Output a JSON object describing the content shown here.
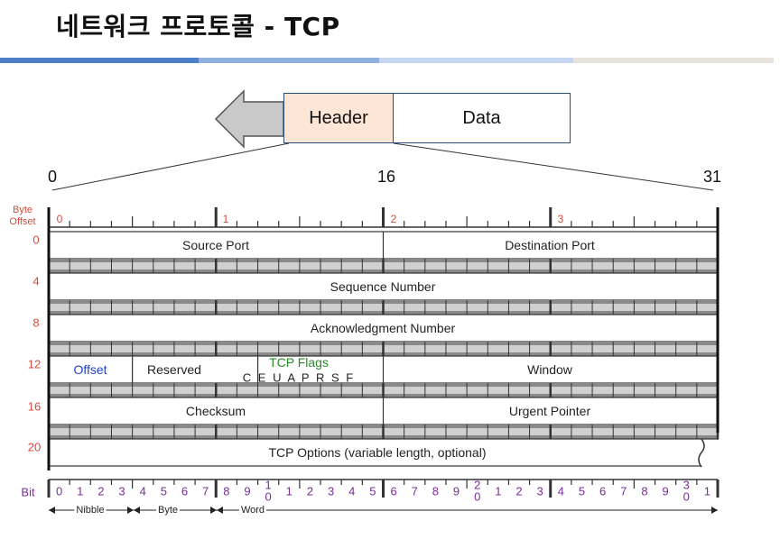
{
  "title": "네트워크 프로토콜 - TCP",
  "colors": {
    "rule1": "#4d7ec8",
    "rule2": "#8fb0de",
    "rule3": "#c5d6ee",
    "rule4": "#e8e4dc",
    "header_fill": "#fde6d6",
    "box_border": "#2a4f7a",
    "offset_red": "#d84a3a",
    "bit_purple": "#7a2d9a",
    "offset_label_blue": "#2040d0",
    "flags_green": "#2a8a2a"
  },
  "segment": {
    "header_label": "Header",
    "data_label": "Data"
  },
  "scale": {
    "left": "0",
    "mid": "16",
    "right": "31"
  },
  "byte_offset_label_1": "Byte",
  "byte_offset_label_2": "Offset",
  "top_byte_markers": [
    "0",
    "1",
    "2",
    "3"
  ],
  "rows": [
    {
      "offset": "0",
      "fields": [
        "Source Port",
        "Destination Port"
      ]
    },
    {
      "offset": "4",
      "fields": [
        "Sequence Number"
      ]
    },
    {
      "offset": "8",
      "fields": [
        "Acknowledgment Number"
      ]
    },
    {
      "offset": "12",
      "fields": [
        "Offset",
        "Reserved",
        "TCP Flags",
        "Window"
      ]
    },
    {
      "offset": "16",
      "fields": [
        "Checksum",
        "Urgent Pointer"
      ]
    },
    {
      "offset": "20",
      "fields": [
        "TCP Options (variable length, optional)"
      ]
    }
  ],
  "flags_letters": "C  E  U  A  P  R  S  F",
  "bit_label": "Bit",
  "bottom_bits": [
    "0",
    "1",
    "2",
    "3",
    "4",
    "5",
    "6",
    "7",
    "8",
    "9",
    "1\n0",
    "1",
    "2",
    "3",
    "4",
    "5",
    "6",
    "7",
    "8",
    "9",
    "2\n0",
    "1",
    "2",
    "3",
    "4",
    "5",
    "6",
    "7",
    "8",
    "9",
    "3\n0",
    "1"
  ],
  "legend": {
    "nibble": "Nibble",
    "byte": "Byte",
    "word": "Word"
  }
}
